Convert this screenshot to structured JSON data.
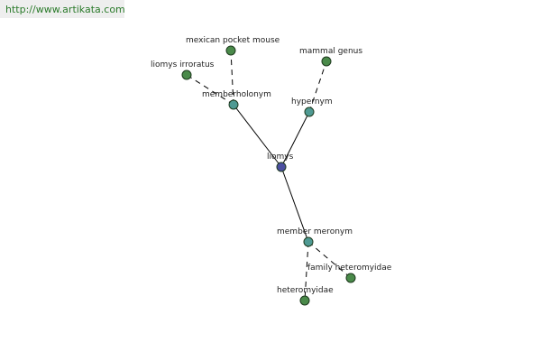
{
  "watermark": "http://www.artikata.com",
  "colors": {
    "center_node": "#4b4fa0",
    "relation_node": "#4f9a93",
    "leaf_node": "#4a8a4a",
    "node_stroke": "#1e3a1e",
    "edge": "#000000"
  },
  "nodes": [
    {
      "id": "liomys",
      "label": "liomys",
      "kind": "center"
    },
    {
      "id": "memberholonym",
      "label": "memberholonym",
      "kind": "relation"
    },
    {
      "id": "hypernym",
      "label": "hypernym",
      "kind": "relation"
    },
    {
      "id": "member_meronym",
      "label": "member meronym",
      "kind": "relation"
    },
    {
      "id": "mexican_pocket_mouse",
      "label": "mexican pocket mouse",
      "kind": "leaf"
    },
    {
      "id": "liomys_irroratus",
      "label": "liomys irroratus",
      "kind": "leaf"
    },
    {
      "id": "mammal_genus",
      "label": "mammal genus",
      "kind": "leaf"
    },
    {
      "id": "family_heteromyidae",
      "label": "family heteromyidae",
      "kind": "leaf"
    },
    {
      "id": "heteromyidae",
      "label": "heteromyidae",
      "kind": "leaf"
    }
  ],
  "edges": [
    {
      "from": "liomys",
      "to": "memberholonym",
      "style": "solid"
    },
    {
      "from": "liomys",
      "to": "hypernym",
      "style": "solid"
    },
    {
      "from": "liomys",
      "to": "member_meronym",
      "style": "solid"
    },
    {
      "from": "memberholonym",
      "to": "mexican_pocket_mouse",
      "style": "dashed"
    },
    {
      "from": "memberholonym",
      "to": "liomys_irroratus",
      "style": "dashed"
    },
    {
      "from": "hypernym",
      "to": "mammal_genus",
      "style": "dashed"
    },
    {
      "from": "member_meronym",
      "to": "family_heteromyidae",
      "style": "dashed"
    },
    {
      "from": "member_meronym",
      "to": "heteromyidae",
      "style": "dashed"
    }
  ]
}
